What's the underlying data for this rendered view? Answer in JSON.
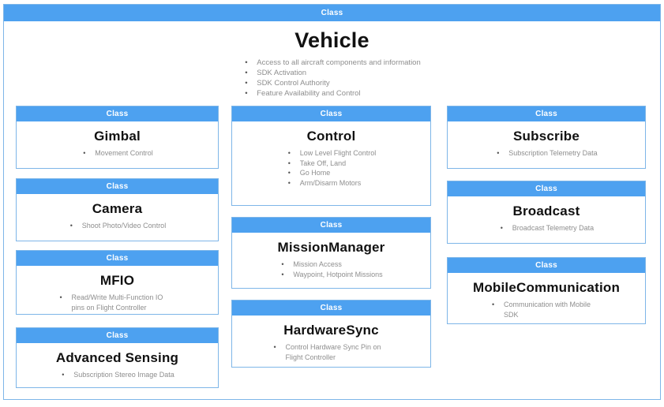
{
  "colors": {
    "header_blue": "#4DA1F0",
    "border_blue": "#7EB6E8",
    "bullet_gray": "#8E8E8E"
  },
  "vehicle": {
    "label": "Class",
    "title": "Vehicle",
    "bullets": [
      "Access to all aircraft components and information",
      "SDK Activation",
      "SDK Control Authority",
      "Feature Availability and Control"
    ]
  },
  "classes": [
    {
      "label": "Class",
      "title": "Gimbal",
      "bullets": [
        "Movement Control"
      ]
    },
    {
      "label": "Class",
      "title": "Camera",
      "bullets": [
        "Shoot Photo/Video Control"
      ]
    },
    {
      "label": "Class",
      "title": "MFIO",
      "bullets": [
        "Read/Write Multi-Function IO pins on Flight Controller"
      ]
    },
    {
      "label": "Class",
      "title": "Advanced Sensing",
      "bullets": [
        "Subscription Stereo Image Data"
      ]
    },
    {
      "label": "Class",
      "title": "Control",
      "bullets": [
        "Low Level Flight Control",
        "Take Off, Land",
        "Go Home",
        "Arm/Disarm Motors"
      ]
    },
    {
      "label": "Class",
      "title": "MissionManager",
      "bullets": [
        "Mission Access",
        "Waypoint, Hotpoint Missions"
      ]
    },
    {
      "label": "Class",
      "title": "HardwareSync",
      "bullets": [
        "Control Hardware Sync Pin on Flight Controller"
      ]
    },
    {
      "label": "Class",
      "title": "Subscribe",
      "bullets": [
        "Subscription Telemetry Data"
      ]
    },
    {
      "label": "Class",
      "title": "Broadcast",
      "bullets": [
        "Broadcast Telemetry Data"
      ]
    },
    {
      "label": "Class",
      "title": "MobileCommunication",
      "bullets": [
        "Communication with Mobile SDK"
      ]
    }
  ]
}
